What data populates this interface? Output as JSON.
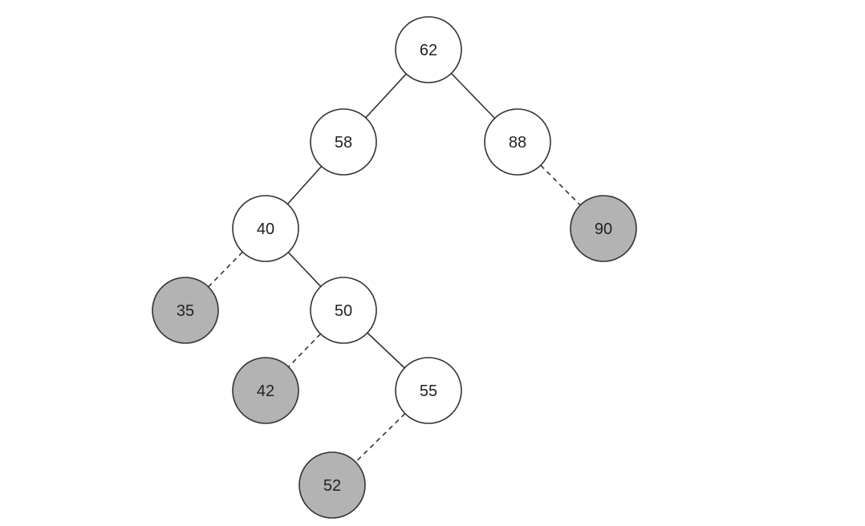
{
  "colors": {
    "node_fill": "#ffffff",
    "highlight_fill": "#b3b3b3",
    "stroke": "#333333"
  },
  "nodes": [
    {
      "id": "n62",
      "label": "62",
      "highlighted": false
    },
    {
      "id": "n58",
      "label": "58",
      "highlighted": false
    },
    {
      "id": "n88",
      "label": "88",
      "highlighted": false
    },
    {
      "id": "n40",
      "label": "40",
      "highlighted": false
    },
    {
      "id": "n90",
      "label": "90",
      "highlighted": true
    },
    {
      "id": "n35",
      "label": "35",
      "highlighted": true
    },
    {
      "id": "n50",
      "label": "50",
      "highlighted": false
    },
    {
      "id": "n42",
      "label": "42",
      "highlighted": true
    },
    {
      "id": "n55",
      "label": "55",
      "highlighted": false
    },
    {
      "id": "n52",
      "label": "52",
      "highlighted": true
    }
  ],
  "edges": [
    {
      "from": "n62",
      "to": "n58",
      "style": "solid"
    },
    {
      "from": "n62",
      "to": "n88",
      "style": "solid"
    },
    {
      "from": "n58",
      "to": "n40",
      "style": "solid"
    },
    {
      "from": "n88",
      "to": "n90",
      "style": "dashed"
    },
    {
      "from": "n40",
      "to": "n35",
      "style": "dashed"
    },
    {
      "from": "n40",
      "to": "n50",
      "style": "solid"
    },
    {
      "from": "n50",
      "to": "n42",
      "style": "dashed"
    },
    {
      "from": "n50",
      "to": "n55",
      "style": "solid"
    },
    {
      "from": "n55",
      "to": "n52",
      "style": "dashed"
    }
  ]
}
